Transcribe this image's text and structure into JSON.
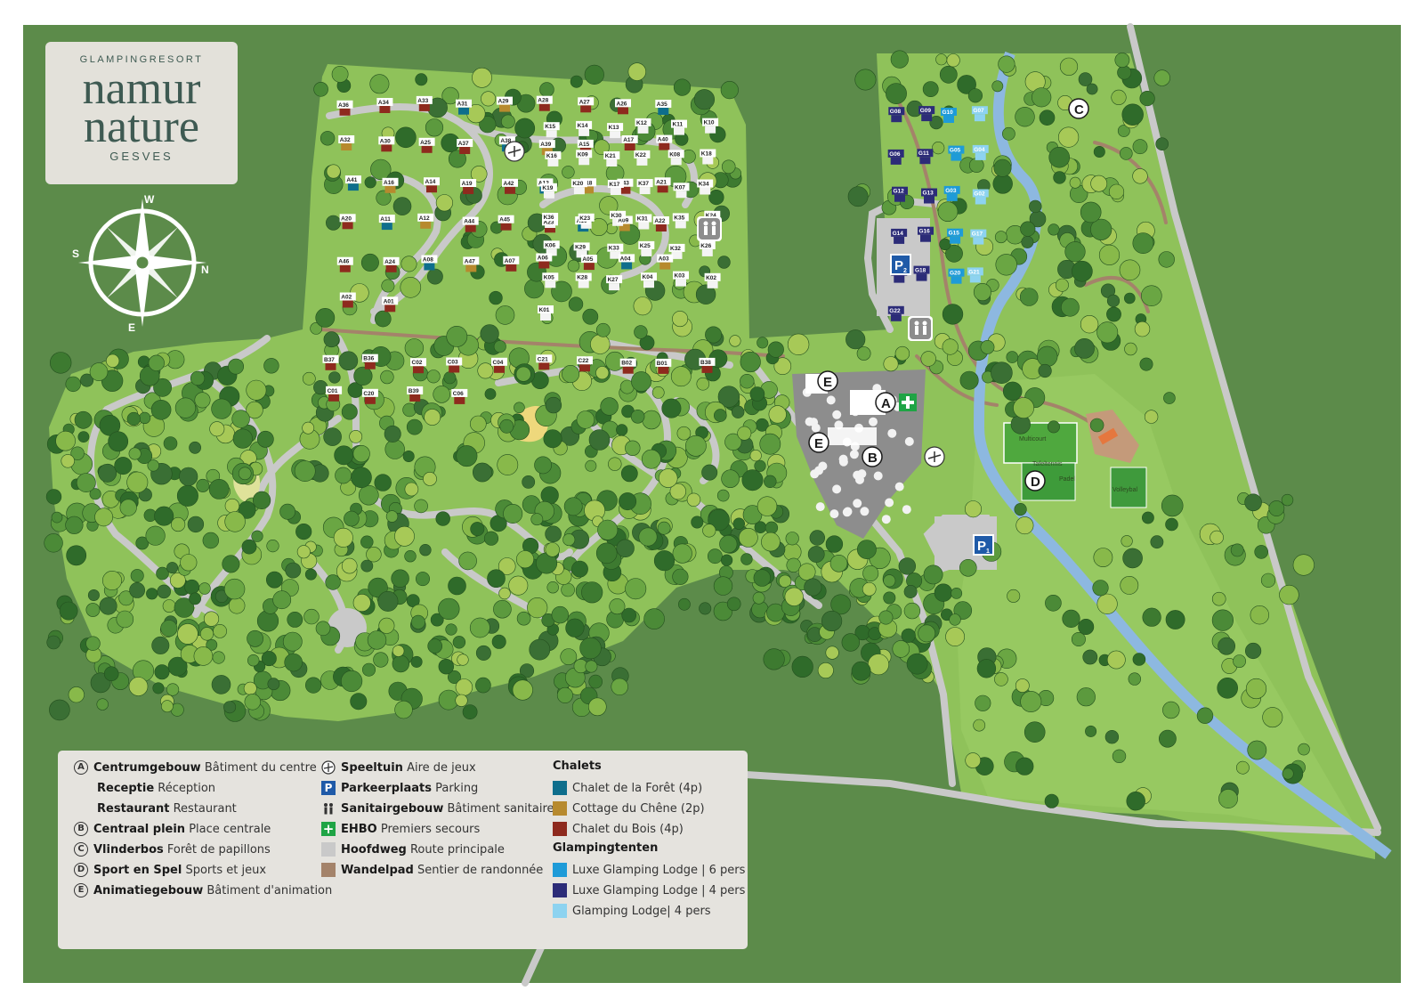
{
  "logo": {
    "top": "GLAMPINGRESORT",
    "name_line1": "namur",
    "name_line2": "nature",
    "bottom": "GESVES"
  },
  "compass": {
    "w": "W",
    "s": "S",
    "n": "N",
    "e": "E"
  },
  "colors": {
    "background_green": "#5c8b4a",
    "park_light_green": "#8fc25a",
    "road_gray": "#c9c9c9",
    "path_brown": "#a4836a",
    "river_blue": "#8db8e0",
    "chalet_foret": "#0e6e8c",
    "cottage_chene": "#b78a2e",
    "chalet_bois": "#8e2a1e",
    "luxe_lodge_6": "#1e9bd8",
    "luxe_lodge_4": "#2c2c78",
    "lodge_4": "#8dd3f0",
    "ehbo_green": "#1fa445"
  },
  "map_letters": [
    "A",
    "B",
    "C",
    "D",
    "E",
    "E"
  ],
  "parking_labels": [
    "P",
    "2",
    "P",
    "1"
  ],
  "sports_labels": [
    "Multicourt",
    "Tafeltennis",
    "Padel",
    "Volleybal"
  ],
  "lodge_labels_a": [
    "A36",
    "A34",
    "A33",
    "A31",
    "A29",
    "A28",
    "A27",
    "A26",
    "A35",
    "A32",
    "A30",
    "A25",
    "A37",
    "A38",
    "A39",
    "A15",
    "A17",
    "A40",
    "A41",
    "A16",
    "A14",
    "A19",
    "A42",
    "A13",
    "A18",
    "A43",
    "A21",
    "A20",
    "A11",
    "A12",
    "A44",
    "A45",
    "A23",
    "A10",
    "A09",
    "A22",
    "A46",
    "A24",
    "A08",
    "A47",
    "A07",
    "A06",
    "A05",
    "A04",
    "A03",
    "A02",
    "A01"
  ],
  "lodge_labels_k": [
    "K15",
    "K14",
    "K13",
    "K12",
    "K11",
    "K10",
    "K16",
    "K09",
    "K21",
    "K22",
    "K08",
    "K18",
    "K19",
    "K20",
    "K17",
    "K37",
    "K07",
    "K34",
    "K36",
    "K23",
    "K30",
    "K31",
    "K35",
    "K24",
    "K06",
    "K29",
    "K33",
    "K25",
    "K32",
    "K26",
    "K05",
    "K28",
    "K27",
    "K04",
    "K03",
    "K02",
    "K01"
  ],
  "lodge_labels_bc": [
    "B37",
    "B36",
    "C02",
    "C03",
    "C04",
    "C21",
    "C22",
    "B02",
    "B01",
    "B38",
    "C01",
    "C20",
    "B39",
    "C06"
  ],
  "lodge_labels_g": [
    "G08",
    "G09",
    "G10",
    "G07",
    "G06",
    "G11",
    "G05",
    "G04",
    "G12",
    "G13",
    "G03",
    "G02",
    "G14",
    "G16",
    "G15",
    "G17",
    "G19",
    "G18",
    "G20",
    "G21",
    "G22"
  ],
  "legend": {
    "col1": [
      {
        "icon": "A",
        "bold": "Centrumgebouw",
        "text": "Bâtiment du centre"
      },
      {
        "icon": "",
        "bold": "Receptie",
        "text": "Réception"
      },
      {
        "icon": "",
        "bold": "Restaurant",
        "text": "Restaurant"
      },
      {
        "icon": "B",
        "bold": "Centraal plein",
        "text": "Place centrale"
      },
      {
        "icon": "C",
        "bold": "Vlinderbos",
        "text": "Forêt de papillons"
      },
      {
        "icon": "D",
        "bold": "Sport en Spel",
        "text": "Sports et jeux"
      },
      {
        "icon": "E",
        "bold": "Animatiegebouw",
        "text": "Bâtiment d'animation"
      }
    ],
    "col2": [
      {
        "icon": "playground-icon",
        "bold": "Speeltuin",
        "text": "Aire de jeux"
      },
      {
        "icon": "parking-icon",
        "bold": "Parkeerplaats",
        "text": "Parking"
      },
      {
        "icon": "toilet-icon",
        "bold": "Sanitairgebouw",
        "text": "Bâtiment sanitaire"
      },
      {
        "icon": "first-aid-icon",
        "bold": "EHBO",
        "text": "Premiers secours"
      },
      {
        "icon": "road-swatch",
        "bold": "Hoofdweg",
        "text": "Route principale"
      },
      {
        "icon": "path-swatch",
        "bold": "Wandelpad",
        "text": "Sentier de randonnée"
      }
    ],
    "parking_glyph": "P",
    "first_aid_glyph": "+",
    "chalets_title": "Chalets",
    "chalets": [
      {
        "color": "#0e6e8c",
        "text": "Chalet de la Forêt (4p)"
      },
      {
        "color": "#b78a2e",
        "text": "Cottage du Chêne (2p)"
      },
      {
        "color": "#8e2a1e",
        "text": "Chalet du Bois (4p)"
      }
    ],
    "tents_title": "Glampingtenten",
    "tents": [
      {
        "color": "#1e9bd8",
        "text": "Luxe Glamping Lodge | 6 pers"
      },
      {
        "color": "#2c2c78",
        "text": "Luxe Glamping Lodge | 4 pers"
      },
      {
        "color": "#8dd3f0",
        "text": "Glamping Lodge| 4 pers"
      }
    ]
  }
}
